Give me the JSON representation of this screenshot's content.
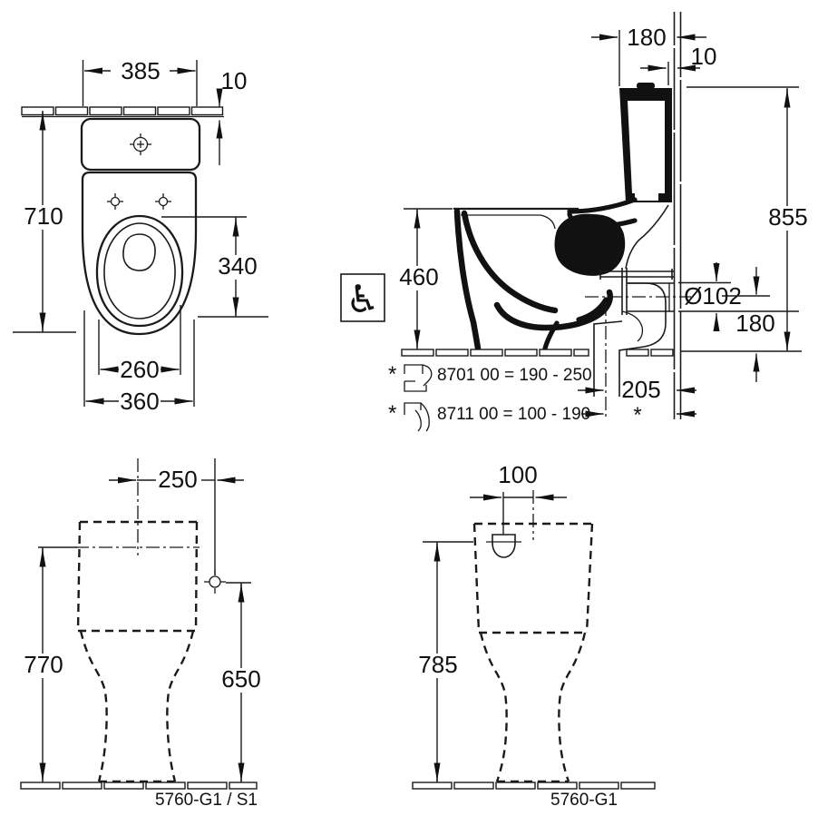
{
  "views": {
    "plan": {
      "tank_width": "385",
      "wall_offset": "10",
      "total_depth": "710",
      "bowl_length": "340",
      "seat_width": "260",
      "bowl_width": "360"
    },
    "side": {
      "tank_depth": "180",
      "tank_wall_gap": "10",
      "overall_height": "855",
      "rim_height": "460",
      "outlet_diameter": "Ø102",
      "outlet_height": "180",
      "outlet_offset": "205",
      "variant_marker": "*"
    },
    "side_notes": [
      {
        "marker": "*",
        "text": "8701 00 = 190 - 250"
      },
      {
        "marker": "*",
        "text": "8711 00 = 100 - 190"
      }
    ],
    "rear_s1": {
      "tank_width": "250",
      "overall_height": "770",
      "fixing_height": "650",
      "model": "5760-G1 / S1"
    },
    "rear_g1": {
      "inlet_offset": "100",
      "inlet_height": "785",
      "model": "5760-G1"
    }
  },
  "icons": {
    "wheelchair": "♿"
  }
}
